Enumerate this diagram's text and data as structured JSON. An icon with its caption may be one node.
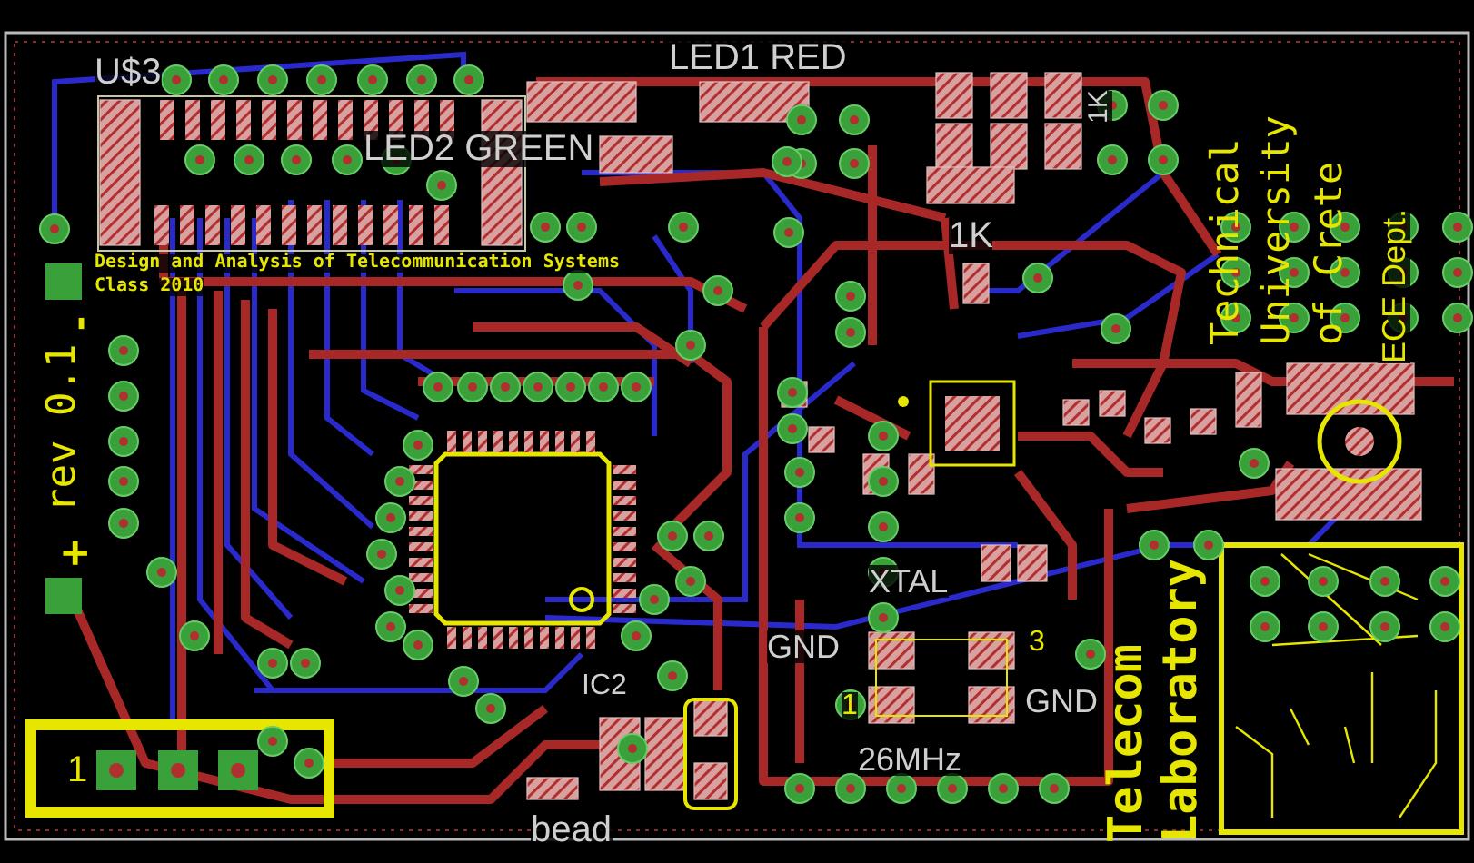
{
  "diagram": {
    "labels": [
      "U$3",
      "LED1 RED",
      "1K",
      "LED2 GREEN",
      "Design and Analysis of Telecommunication Systems",
      "Class 2010",
      "1K",
      "Technical University of Crete",
      "ECE Dept.",
      "-",
      "rev 0.1",
      "+",
      "IC2",
      "1",
      "bead",
      "XTAL",
      "GND",
      "3",
      "1",
      "GND",
      "26MHz",
      "Telecom Laboratory"
    ]
  }
}
